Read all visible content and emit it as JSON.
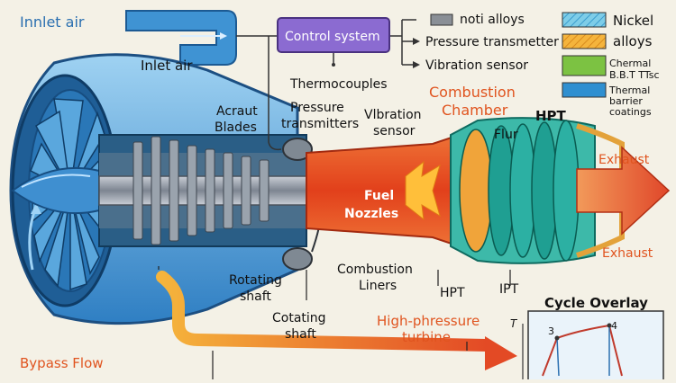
{
  "labels": {
    "inlet_air_top": "Innlet air",
    "inlet_air": "Inlet air",
    "control_system": "Control system",
    "thermocouples": "Thermocouples",
    "acraut_blades_1": "Acraut",
    "acraut_blades_2": "Blades",
    "pressure_transmitters_1": "Pressure",
    "pressure_transmitters_2": "transmitters",
    "vibration_sensor_1": "Vlbration",
    "vibration_sensor_2": "sensor",
    "combustion_chamber_1": "Combustion",
    "combustion_chamber_2": "Chamber",
    "flur": "Flur",
    "hpt_top": "HPT",
    "exhaust_top": "Exhaust",
    "exhaust_bottom": "Exhaust",
    "fuel_nozzles_1": "Fuel",
    "fuel_nozzles_2": "Nozzles",
    "rotating_shaft_1": "Rotating",
    "rotating_shaft_2": "shaft",
    "cotating_shaft_1": "Cotating",
    "cotating_shaft_2": "shaft",
    "combustion_liners_1": "Combustion",
    "combustion_liners_2": "Liners",
    "hpt_bottom": "HPT",
    "ipt_bottom": "IPT",
    "high_pressure_turbine_1": "High-phressure",
    "high_pressure_turbine_2": "turbine",
    "bypass_flow": "Bypass Flow",
    "cycle_overlay": "Cycle Overlay",
    "cycle_axis_t": "T",
    "cycle_point_3": "3",
    "cycle_point_4": "4"
  },
  "sensor_list": [
    "noti alloys",
    "Pressure transmetter",
    "Vibration sensor"
  ],
  "legend": [
    {
      "text": "Nickel",
      "color": "#7ecde8",
      "hatch": true
    },
    {
      "text": "alloys",
      "color": "#f5b43c",
      "hatch": true
    },
    {
      "text": "Chermal B.B.T TTsc",
      "color": "#7cc242",
      "hatch": false
    },
    {
      "text": "Thermal barrier coatings",
      "color": "#2f8fd0",
      "hatch": false
    }
  ],
  "colors": {
    "duct_blue": "#3a8fd0",
    "combustion_orange": "#e8552a",
    "exhaust_red": "#e0472a",
    "turbine_teal": "#1fa79b",
    "label_orange": "#e0541f",
    "control_purple": "#8b6bd1"
  }
}
